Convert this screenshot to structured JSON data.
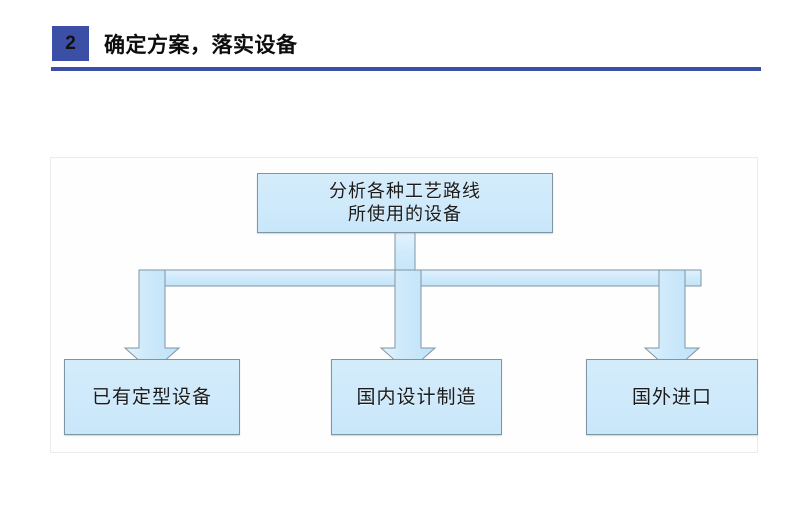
{
  "header": {
    "step_number": "2",
    "title": "确定方案，落实设备",
    "accent_color": "#3a4fa5",
    "rule_color": "#3a4fa5"
  },
  "diagram": {
    "type": "flowchart",
    "orientation": "top-down",
    "node_fill": "#cfeafb",
    "node_border": "#7f95a3",
    "connector_fill": "#cfeafb",
    "connector_border": "#7f95a3",
    "root": {
      "label": "分析各种工艺路线\n所使用的设备",
      "line1": "分析各种工艺路线",
      "line2": "所使用的设备"
    },
    "branches": [
      {
        "label": "已有定型设备"
      },
      {
        "label": "国内设计制造"
      },
      {
        "label": "国外进口"
      }
    ]
  }
}
